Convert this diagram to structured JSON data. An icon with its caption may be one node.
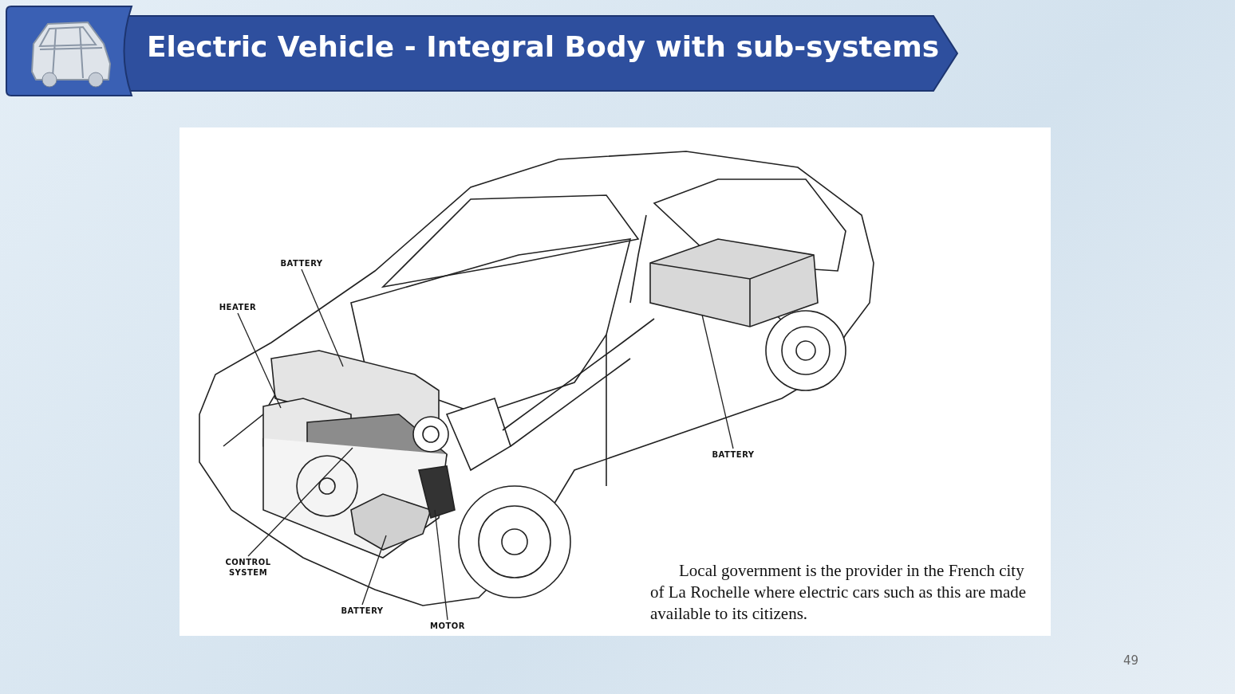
{
  "diagram": {
    "title": "Electric Vehicle - Integral Body with sub-systems",
    "caption": "Local government is the provider in the French city of La Rochelle where electric cars such as this are made available to its citizens.",
    "nodes": [
      {
        "text": [
          "BATTERY"
        ]
      },
      {
        "text": [
          "HEATER"
        ]
      },
      {
        "text": [
          "CONTROL SYSTEM"
        ]
      },
      {
        "text": [
          "BATTERY"
        ]
      },
      {
        "text": [
          "MOTOR"
        ]
      },
      {
        "text": [
          "BATTERY"
        ]
      }
    ],
    "edges": [
      {
        "from": 0,
        "to": null,
        "arrow": "none"
      },
      {
        "from": 1,
        "to": null,
        "arrow": "none"
      },
      {
        "from": 2,
        "to": null,
        "arrow": "none"
      },
      {
        "from": 3,
        "to": null,
        "arrow": "none"
      },
      {
        "from": 4,
        "to": null,
        "arrow": "none"
      },
      {
        "from": 5,
        "to": null,
        "arrow": "none"
      }
    ],
    "labels": [
      "49"
    ]
  }
}
